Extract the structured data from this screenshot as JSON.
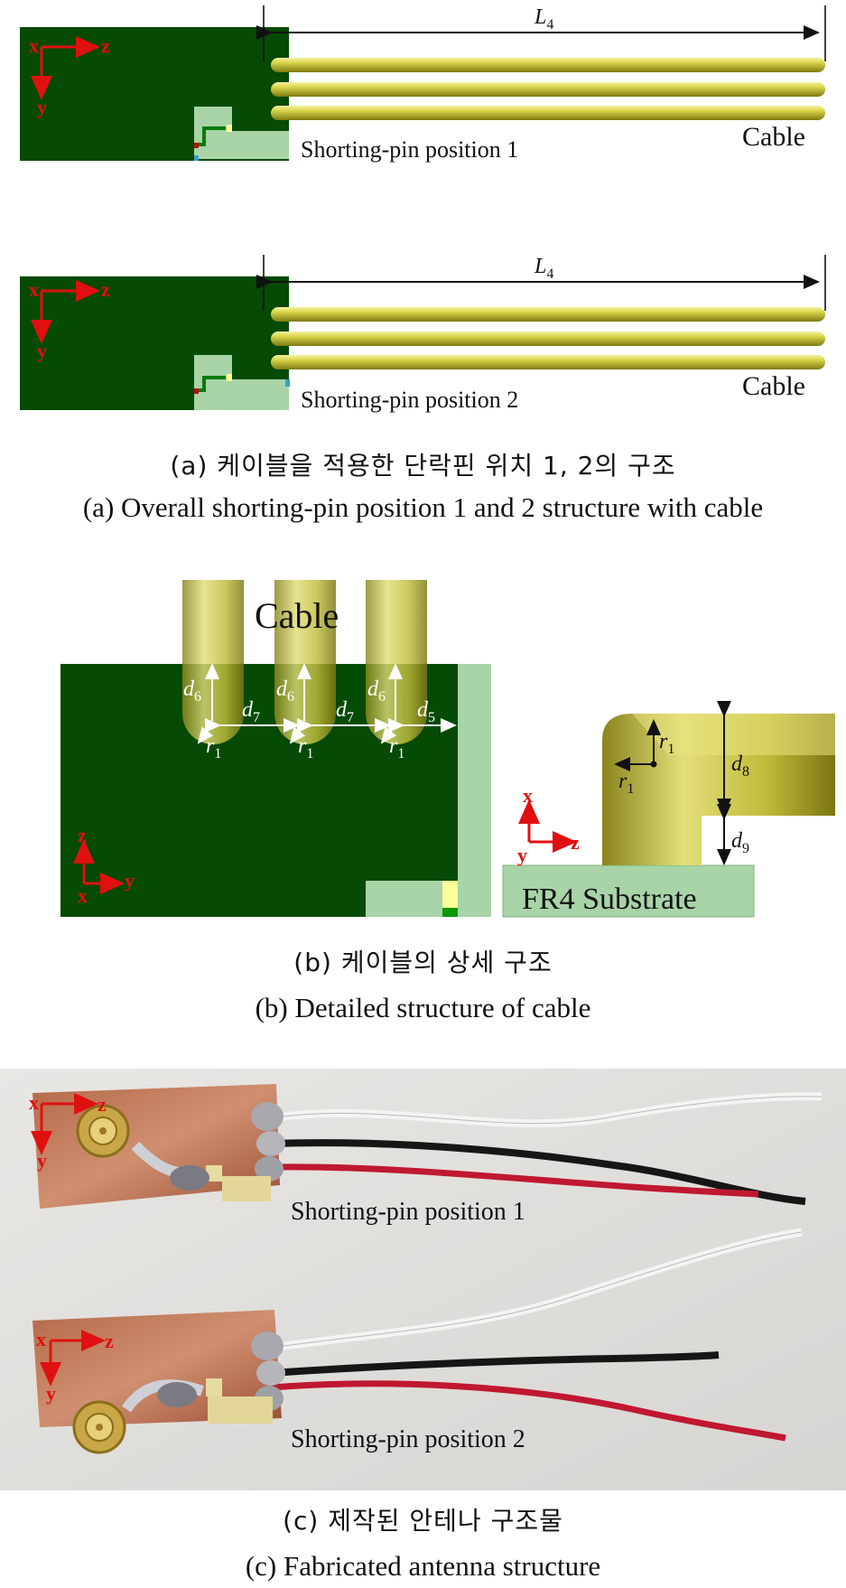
{
  "panel_a": {
    "top": {
      "axis": {
        "x": "x",
        "z": "z",
        "y": "y"
      },
      "dimension": "L",
      "dimension_sub": "4",
      "cable_label": "Cable",
      "position_label": "Shorting-pin position 1"
    },
    "bottom": {
      "axis": {
        "x": "x",
        "z": "z",
        "y": "y"
      },
      "dimension": "L",
      "dimension_sub": "4",
      "cable_label": "Cable",
      "position_label": "Shorting-pin position 2"
    },
    "caption_ko": "(a) 케이블을 적용한 단락핀 위치 1, 2의 구조",
    "caption_en": "(a) Overall shorting-pin position 1 and 2 structure with cable"
  },
  "panel_b": {
    "cable_label": "Cable",
    "dims": {
      "d": "d",
      "r": "r",
      "d6": "6",
      "d7": "7",
      "d5": "5",
      "r1": "1",
      "d8": "8",
      "d9": "9"
    },
    "left_axis": {
      "z": "z",
      "y": "y",
      "x": "x"
    },
    "right_axis": {
      "x": "x",
      "y": "y",
      "z": "z"
    },
    "substrate_label": "FR4 Substrate",
    "caption_ko": "(b) 케이블의 상세 구조",
    "caption_en": "(b) Detailed structure of cable"
  },
  "panel_c": {
    "photo1": {
      "axis": {
        "x": "x",
        "z": "z",
        "y": "y"
      },
      "position_label": "Shorting-pin position 1"
    },
    "photo2": {
      "axis": {
        "x": "x",
        "z": "z",
        "y": "y"
      },
      "position_label": "Shorting-pin position 2"
    },
    "caption_ko": "(c) 제작된 안테나 구조물",
    "caption_en": "(c) Fabricated antenna structure"
  },
  "colors": {
    "board": "#054a05",
    "pad": "#a8d4a8",
    "cable": "#c8c43a",
    "axis": "#e01010",
    "copper": "#c07858",
    "photo_bg": "#e4e2df"
  }
}
